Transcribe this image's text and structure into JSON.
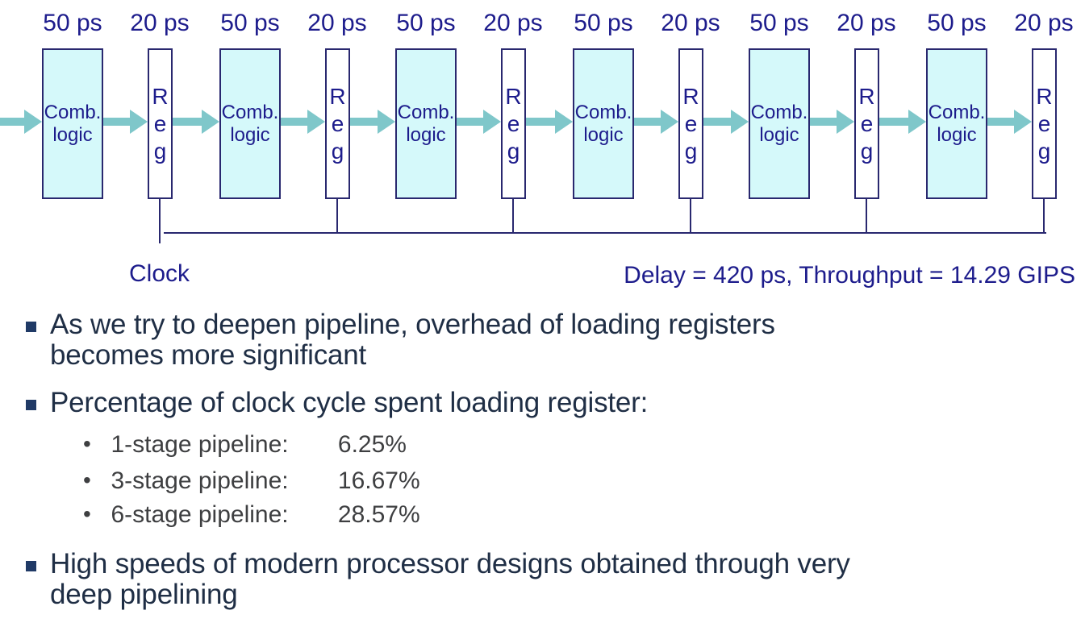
{
  "diagram": {
    "stages": [
      {
        "logic_time": "50 ps",
        "logic_label": "Comb.\nlogic",
        "reg_time": "20 ps",
        "reg_label": "R\ne\ng"
      },
      {
        "logic_time": "50 ps",
        "logic_label": "Comb.\nlogic",
        "reg_time": "20 ps",
        "reg_label": "R\ne\ng"
      },
      {
        "logic_time": "50 ps",
        "logic_label": "Comb.\nlogic",
        "reg_time": "20 ps",
        "reg_label": "R\ne\ng"
      },
      {
        "logic_time": "50 ps",
        "logic_label": "Comb.\nlogic",
        "reg_time": "20 ps",
        "reg_label": "R\ne\ng"
      },
      {
        "logic_time": "50 ps",
        "logic_label": "Comb.\nlogic",
        "reg_time": "20 ps",
        "reg_label": "R\ne\ng"
      },
      {
        "logic_time": "50 ps",
        "logic_label": "Comb.\nlogic",
        "reg_time": "20 ps",
        "reg_label": "R\ne\ng"
      }
    ],
    "clock_label": "Clock",
    "stats": "Delay = 420 ps, Throughput = 14.29 GIPS"
  },
  "glyphs": {
    "dot": "•"
  },
  "bullets": [
    {
      "text": "As we try to deepen pipeline, overhead of loading registers\nbecomes more significant"
    },
    {
      "text": "Percentage of clock cycle spent loading register:",
      "sub_items": [
        {
          "label": "1-stage pipeline:",
          "value": "6.25%"
        },
        {
          "label": "3-stage pipeline:",
          "value": "16.67%"
        },
        {
          "label": "6-stage pipeline:",
          "value": "28.57%"
        }
      ]
    },
    {
      "text": "High speeds of modern processor designs obtained through very\ndeep pipelining"
    }
  ],
  "colors": {
    "navy": "#1d1c8c",
    "line": "#29286f",
    "teal": "#7fc7ca",
    "fill": "#d5f9fa",
    "text": "#1f2e45",
    "subtext": "#3e3f41",
    "square": "#203a66"
  }
}
